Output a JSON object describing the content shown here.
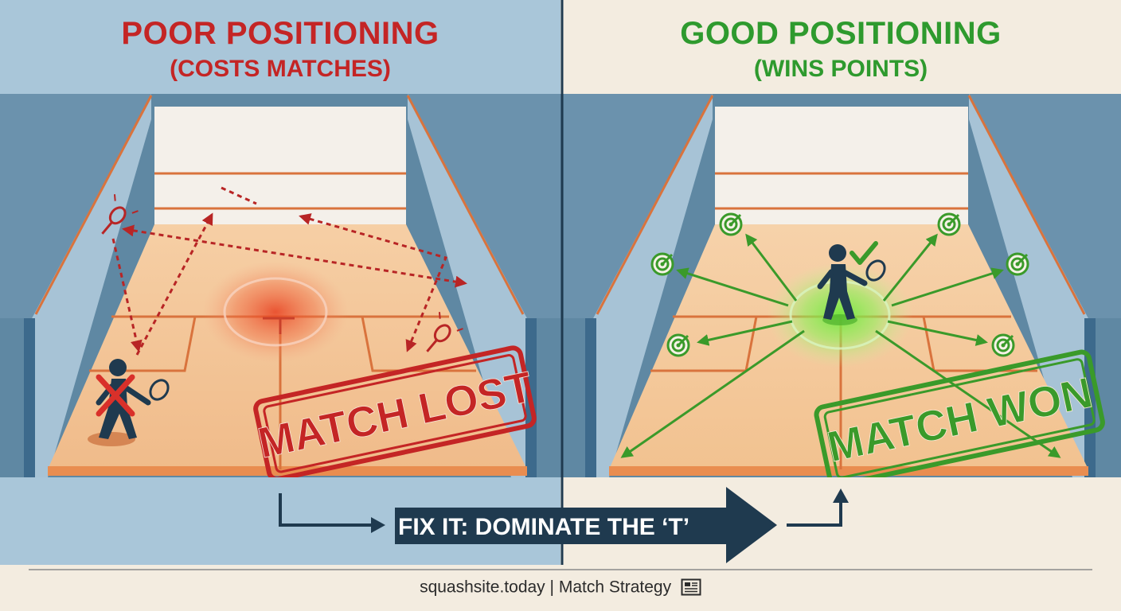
{
  "left_panel": {
    "title": "POOR POSITIONING",
    "subtitle": "(COSTS MATCHES)",
    "stamp": "MATCH LOST",
    "title_color": "#c42525"
  },
  "right_panel": {
    "title": "GOOD POSITIONING",
    "subtitle": "(WINS POINTS)",
    "stamp": "MATCH WON",
    "title_color": "#2e9a2e"
  },
  "banner": {
    "label": "FIX IT: DOMINATE THE ‘T’",
    "color": "#1f3a4f"
  },
  "footer": {
    "site": "squashsite.today",
    "separator": "|",
    "section": "Match Strategy",
    "icon": "newspaper-icon"
  },
  "icons": [
    "racket-icon",
    "target-icon",
    "check-icon",
    "x-cross-icon",
    "player-icon"
  ]
}
